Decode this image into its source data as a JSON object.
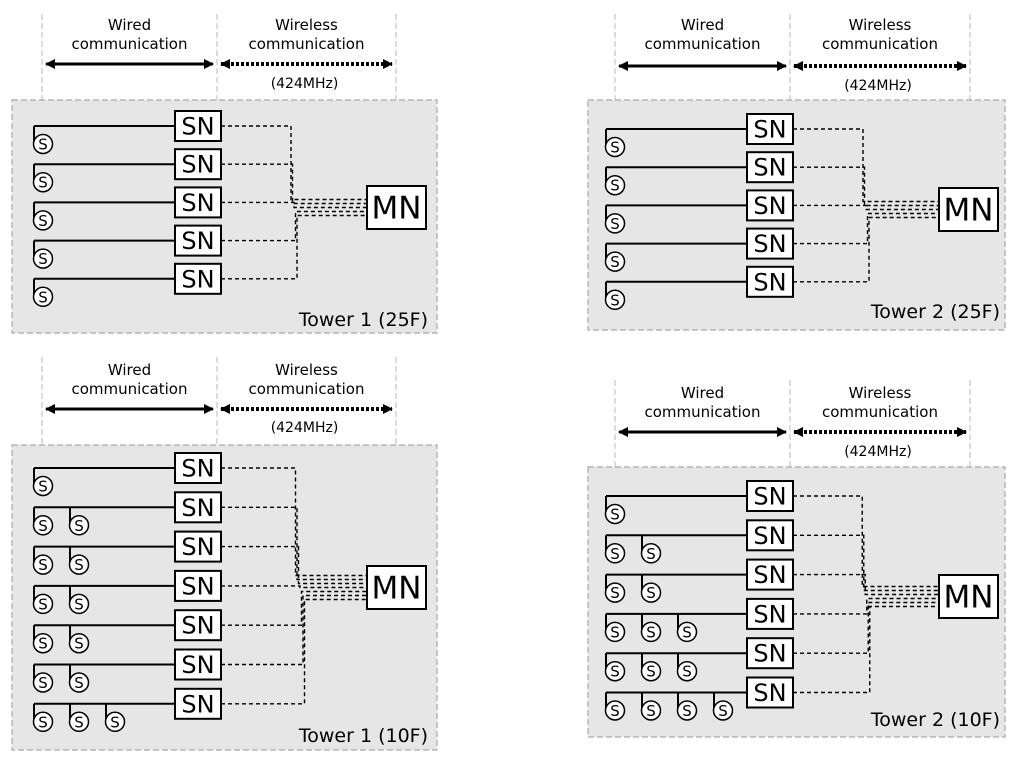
{
  "legend": {
    "wired_line1": "Wired",
    "wired_line2": "communication",
    "wireless_line1": "Wireless",
    "wireless_line2": "communication",
    "frequency": "(424MHz)"
  },
  "node_labels": {
    "sub_node": "SN",
    "main_node": "MN",
    "sensor": "S"
  },
  "towers": [
    {
      "label": "Tower 1 (25F)",
      "sensors_per_sub_node": [
        1,
        1,
        1,
        1,
        1
      ]
    },
    {
      "label": "Tower 2 (25F)",
      "sensors_per_sub_node": [
        1,
        1,
        1,
        1,
        1
      ]
    },
    {
      "label": "Tower 1 (10F)",
      "sensors_per_sub_node": [
        1,
        2,
        2,
        2,
        2,
        2,
        3
      ]
    },
    {
      "label": "Tower 2 (10F)",
      "sensors_per_sub_node": [
        1,
        2,
        2,
        3,
        3,
        4
      ]
    }
  ]
}
